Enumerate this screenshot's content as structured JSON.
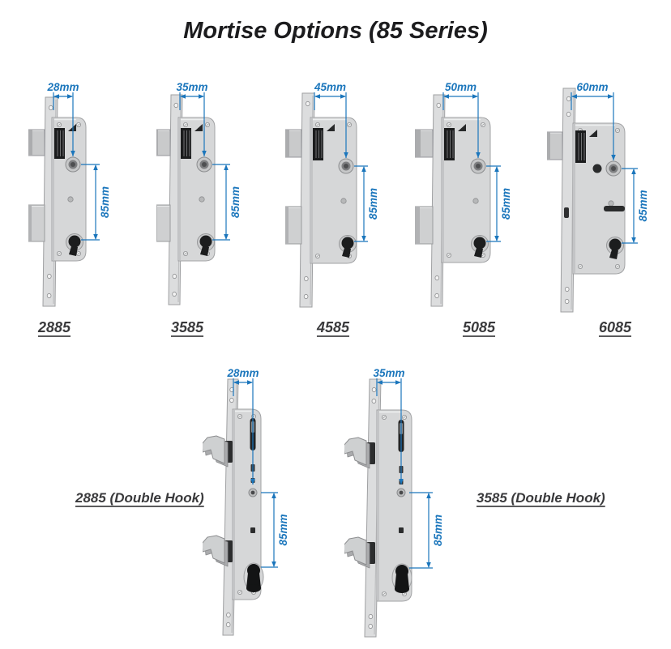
{
  "title": "Mortise Options (85 Series)",
  "accent_color": "#1b76bc",
  "figures": [
    {
      "id": "2885",
      "label": "2885",
      "width_dim": "28mm",
      "height_dim": "85mm",
      "type": "standard"
    },
    {
      "id": "3585",
      "label": "3585",
      "width_dim": "35mm",
      "height_dim": "85mm",
      "type": "standard"
    },
    {
      "id": "4585",
      "label": "4585",
      "width_dim": "45mm",
      "height_dim": "85mm",
      "type": "standard"
    },
    {
      "id": "5085",
      "label": "5085",
      "width_dim": "50mm",
      "height_dim": "85mm",
      "type": "standard"
    },
    {
      "id": "6085",
      "label": "6085",
      "width_dim": "60mm",
      "height_dim": "85mm",
      "type": "standard-large"
    },
    {
      "id": "2885-double-hook",
      "label": "2885 (Double Hook)",
      "width_dim": "28mm",
      "height_dim": "85mm",
      "type": "double-hook"
    },
    {
      "id": "3585-double-hook",
      "label": "3585 (Double Hook)",
      "width_dim": "35mm",
      "height_dim": "85mm",
      "type": "double-hook"
    }
  ]
}
